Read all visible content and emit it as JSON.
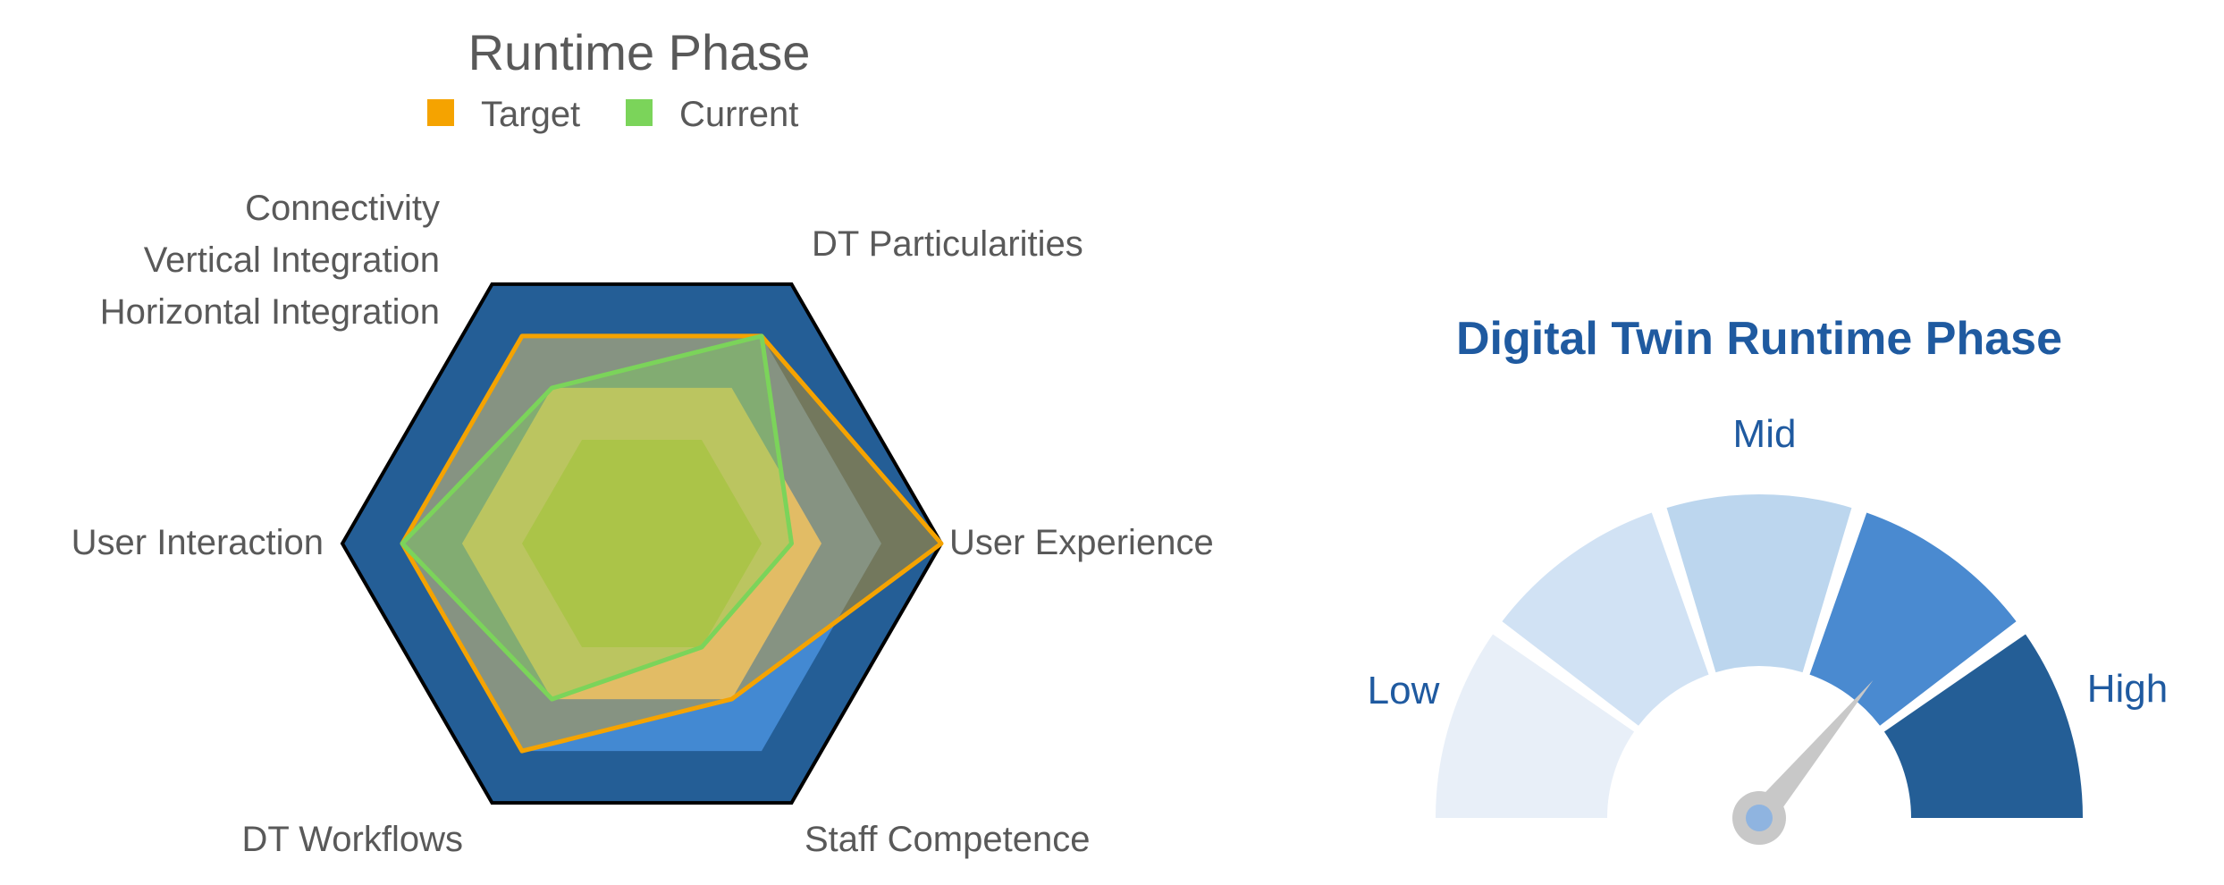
{
  "chart_data": [
    {
      "type": "radar",
      "title": "Runtime Phase",
      "axes": [
        "DT Particularities",
        "User Experience",
        "Staff Competence",
        "DT Workflows",
        "User Interaction",
        [
          "Connectivity",
          "Vertical Integration",
          "Horizontal Integration"
        ]
      ],
      "rlim": [
        0,
        5
      ],
      "background_levels": [
        {
          "level": 5,
          "color": "#245e96"
        },
        {
          "level": 4,
          "color": "#4389d2"
        },
        {
          "level": 3,
          "color": "#6fa3dc"
        }
      ],
      "series": [
        {
          "name": "Target",
          "values": [
            4,
            5,
            3,
            4,
            4,
            4
          ],
          "color": "#f5a300"
        },
        {
          "name": "Current",
          "values": [
            4,
            2.5,
            2,
            3,
            4,
            3
          ],
          "color": "#7bd45a"
        }
      ],
      "reference_polygons": [
        {
          "values": [
            3,
            3,
            3,
            3,
            3,
            3
          ],
          "fill": "#ead29a"
        },
        {
          "values": [
            2,
            2,
            2,
            2,
            2,
            2
          ],
          "fill": "#a8c95a"
        }
      ],
      "legend": "top"
    },
    {
      "type": "gauge",
      "title": "Digital Twin Runtime Phase",
      "segments": [
        "Low",
        "",
        "Mid",
        "",
        "High"
      ],
      "segment_colors": [
        "#e8eff8",
        "#d1e2f4",
        "#bcd6ee",
        "#4a8ad0",
        "#245e96"
      ],
      "labels": {
        "low": "Low",
        "mid": "Mid",
        "high": "High"
      },
      "value": 0.72,
      "needle_color": "#c8c8c8",
      "hub_color": "#8fb4e0"
    }
  ]
}
